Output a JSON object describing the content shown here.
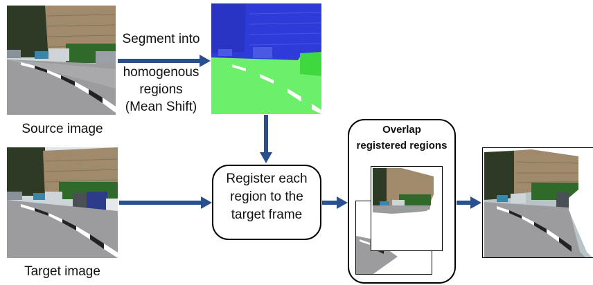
{
  "labels": {
    "segment_line1": "Segment into",
    "segment_line2": "homogenous",
    "segment_line3": "regions",
    "segment_line4": "(Mean Shift)",
    "source_image": "Source image",
    "target_image": "Target image",
    "register_line1": "Register each",
    "register_line2": "region to the",
    "register_line3": "target frame",
    "overlap_line1": "Overlap",
    "overlap_line2": "registered regions"
  },
  "colors": {
    "arrow": "#2a4f8f",
    "segment_blue": "#2f3bd8",
    "segment_green": "#6cf06c"
  }
}
